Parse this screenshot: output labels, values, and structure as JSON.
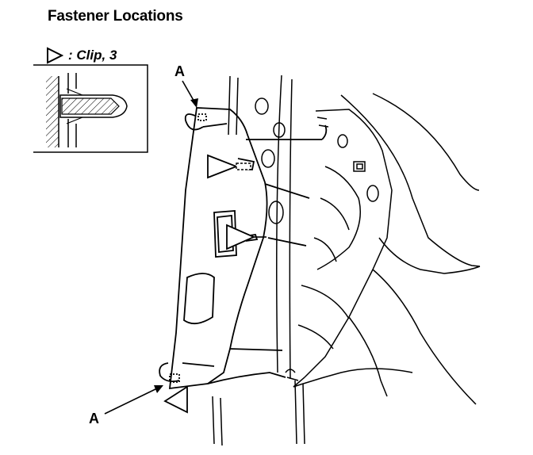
{
  "title": "Fastener Locations",
  "legend": {
    "icon": "triangle-outline-icon",
    "text": ": Clip, 3"
  },
  "callouts": {
    "top": "A",
    "bottom": "A"
  }
}
